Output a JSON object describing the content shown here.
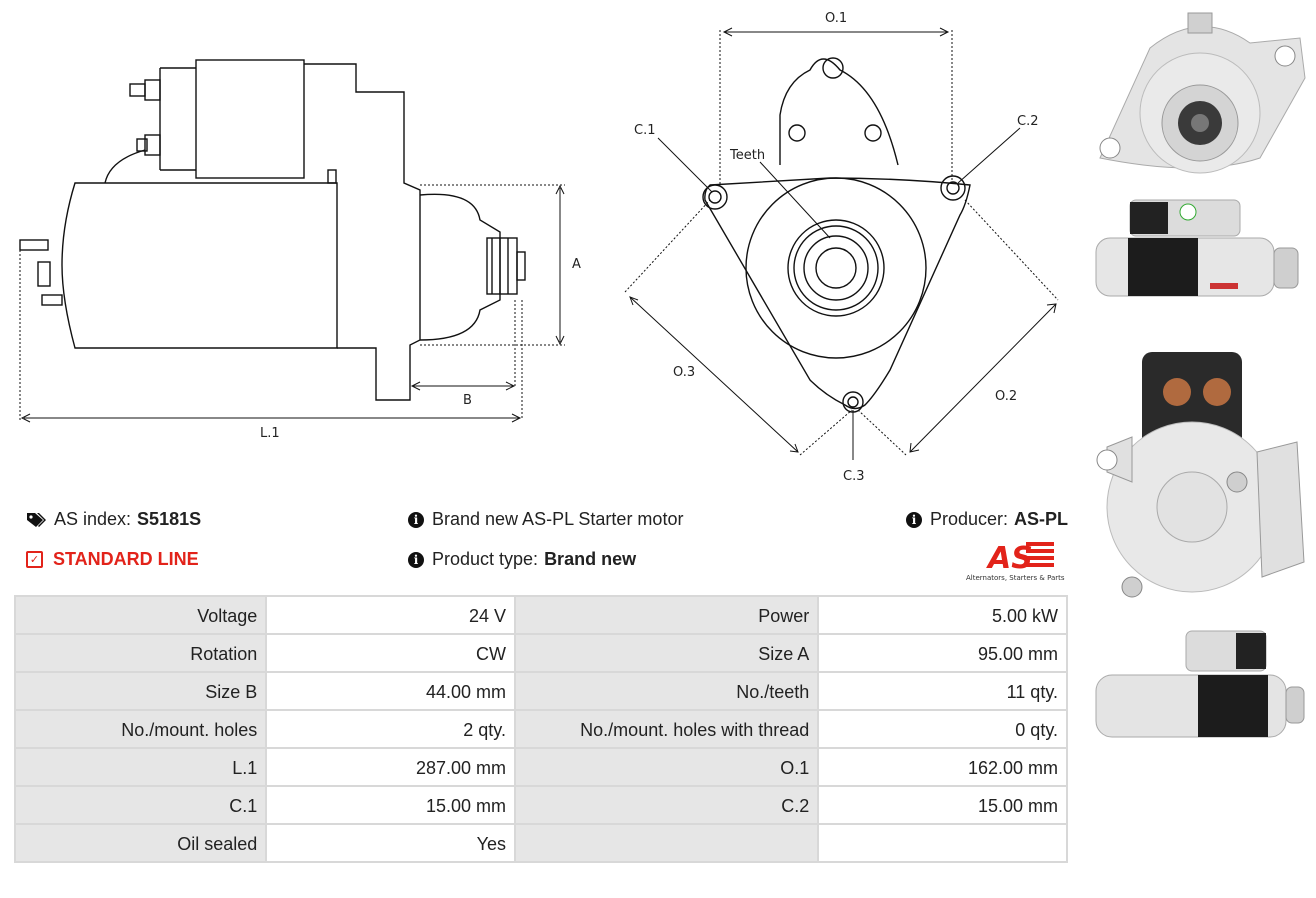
{
  "drawing": {
    "side_labels": {
      "a": "A",
      "b": "B",
      "l1": "L.1"
    },
    "front_labels": {
      "o1": "O.1",
      "o2": "O.2",
      "o3": "O.3",
      "c1": "C.1",
      "c2": "C.2",
      "c3": "C.3",
      "teeth": "Teeth"
    }
  },
  "info": {
    "as_index_label": "AS index:",
    "as_index_value": "S5181S",
    "line": "STANDARD LINE",
    "description": "Brand new AS-PL Starter motor",
    "product_type_label": "Product type:",
    "product_type_value": "Brand new",
    "producer_label": "Producer:",
    "producer_value": "AS-PL"
  },
  "brand": {
    "logo_text": "AS",
    "tagline": "Alternators, Starters & Parts",
    "color": "#e2231a"
  },
  "specs": [
    [
      "Voltage",
      "24 V",
      "Power",
      "5.00 kW"
    ],
    [
      "Rotation",
      "CW",
      "Size A",
      "95.00 mm"
    ],
    [
      "Size B",
      "44.00 mm",
      "No./teeth",
      "11 qty."
    ],
    [
      "No./mount. holes",
      "2 qty.",
      "No./mount. holes with thread",
      "0 qty."
    ],
    [
      "L.1",
      "287.00 mm",
      "O.1",
      "162.00 mm"
    ],
    [
      "C.1",
      "15.00 mm",
      "C.2",
      "15.00 mm"
    ],
    [
      "Oil sealed",
      "Yes",
      "",
      ""
    ]
  ]
}
